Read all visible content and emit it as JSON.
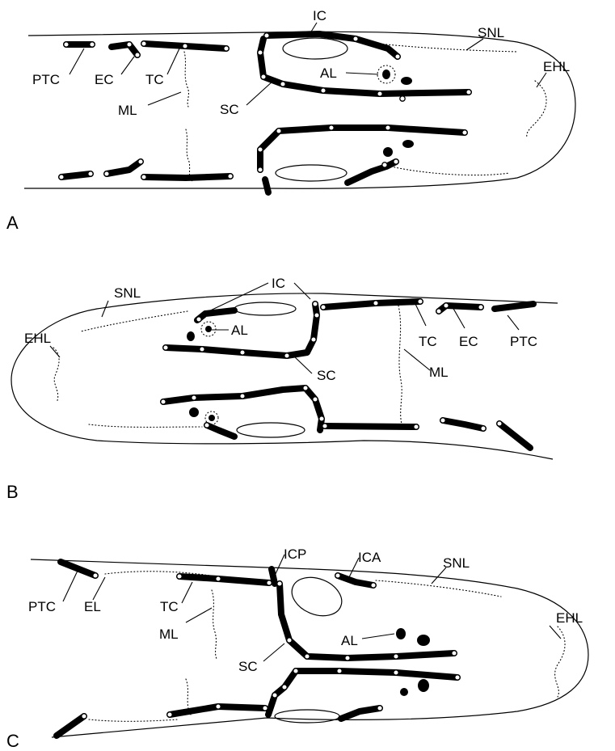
{
  "panels": [
    {
      "letter": "A",
      "labels": {
        "ptc": "PTC",
        "ec": "EC",
        "tc": "TC",
        "ml": "ML",
        "sc": "SC",
        "ic": "IC",
        "al": "AL",
        "snl": "SNL",
        "ehl": "EHL"
      }
    },
    {
      "letter": "B",
      "labels": {
        "snl": "SNL",
        "ehl": "EHL",
        "al": "AL",
        "ic": "IC",
        "tc": "TC",
        "ec": "EC",
        "ptc": "PTC",
        "ml": "ML",
        "sc": "SC"
      }
    },
    {
      "letter": "C",
      "labels": {
        "ptc": "PTC",
        "el": "EL",
        "tc": "TC",
        "ml": "ML",
        "icp": "ICP",
        "ica": "ICA",
        "snl": "SNL",
        "al": "AL",
        "sc": "SC",
        "ehl": "EHL"
      }
    }
  ]
}
